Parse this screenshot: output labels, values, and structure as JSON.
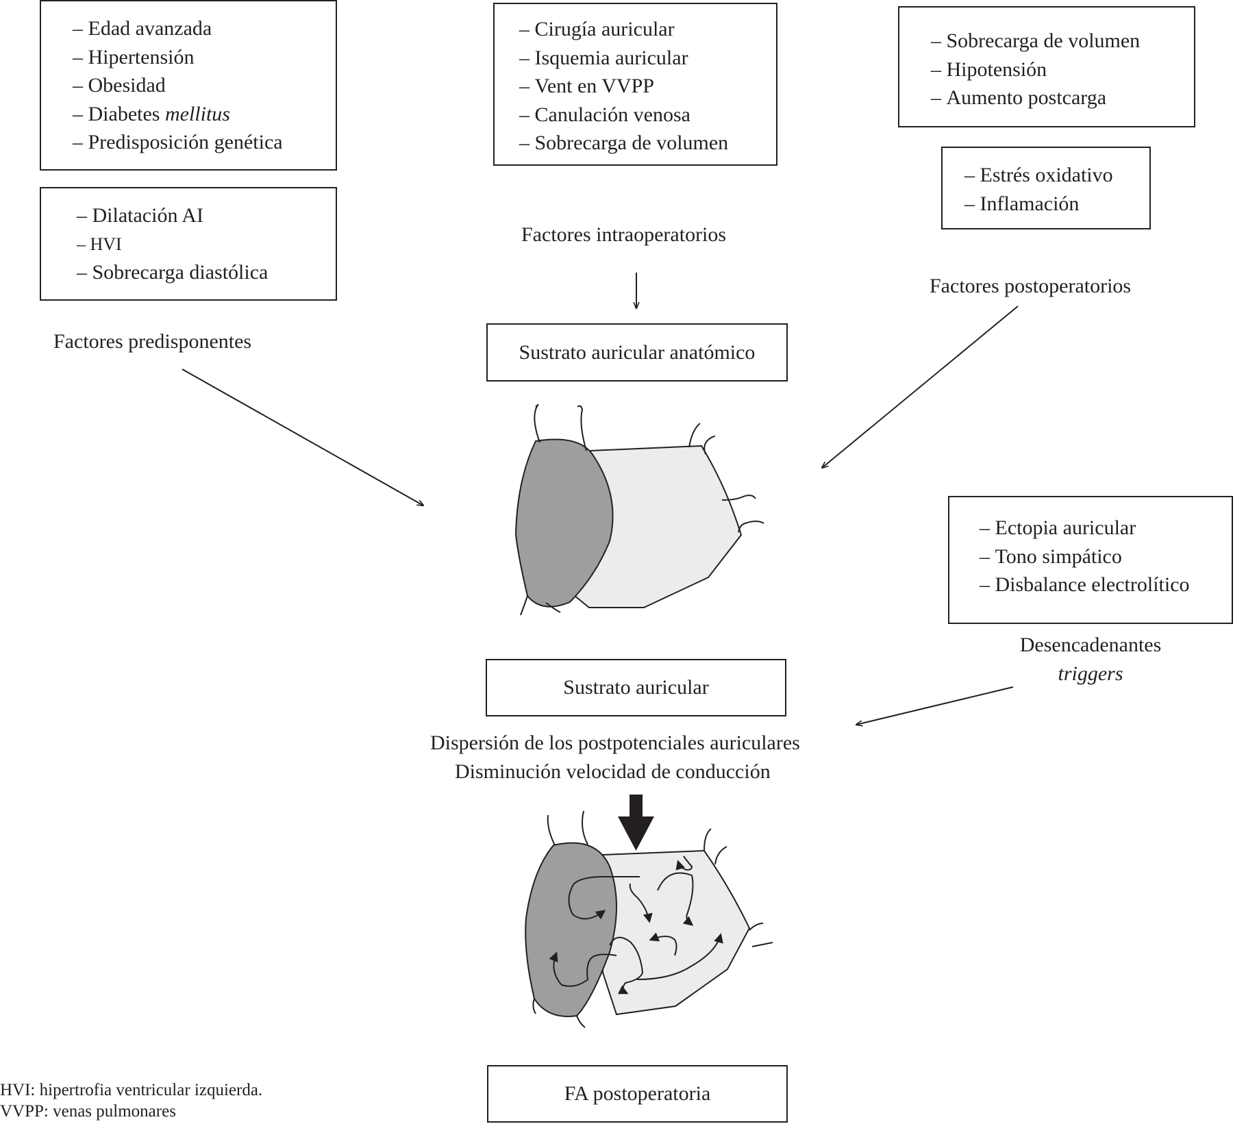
{
  "predisponentes": {
    "list_a": [
      "Edad avanzada",
      "Hipertensión",
      "Obesidad",
      "Diabetes ",
      "Predisposición genética"
    ],
    "list_a_italic_suffix": "mellitus",
    "list_b": [
      "Dilatación AI",
      "HVI",
      "Sobrecarga diastólica"
    ],
    "label": "Factores predisponentes"
  },
  "intraoperatorios": {
    "list": [
      "Cirugía auricular",
      "Isquemia auricular",
      "Vent en VVPP",
      "Canulación venosa",
      "Sobrecarga de volumen"
    ],
    "label": "Factores intraoperatorios",
    "result_box": "Sustrato auricular anatómico"
  },
  "postoperatorios": {
    "list_a": [
      "Sobrecarga de volumen",
      "Hipotensión",
      "Aumento postcarga"
    ],
    "list_b": [
      "Estrés oxidativo",
      "Inflamación"
    ],
    "label": "Factores postoperatorios"
  },
  "desencadenantes": {
    "list": [
      "Ectopia auricular",
      "Tono simpático",
      "Disbalance electrolítico"
    ],
    "label": "Desencadenantes",
    "label_italic": "triggers"
  },
  "sustrato": {
    "box": "Sustrato auricular",
    "line1": "Dispersión de los postpotenciales auriculares",
    "line2": "Disminución velocidad de conducción"
  },
  "result": {
    "box": "FA postoperatoria"
  },
  "footnotes": {
    "line1": "HVI: hipertrofia ventricular izquierda.",
    "line2": "VVPP: venas pulmonares"
  },
  "colors": {
    "dark_atrium": "#9d9e9f",
    "light_atrium": "#ececec",
    "stroke": "#231f20"
  }
}
